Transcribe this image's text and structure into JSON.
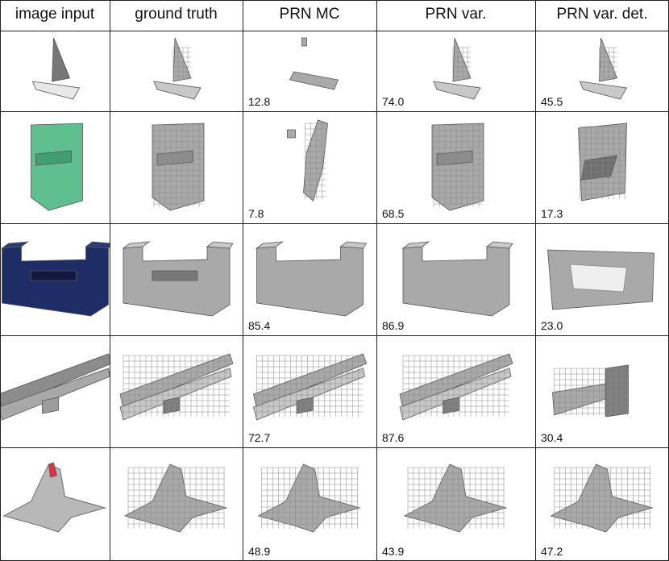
{
  "columns": [
    "image input",
    "ground truth",
    "PRN MC",
    "PRN var.",
    "PRN var. det."
  ],
  "rows": [
    {
      "object": "sailboat",
      "scores": [
        "12.8",
        "74.0",
        "45.5"
      ]
    },
    {
      "object": "chair",
      "scores": [
        "7.8",
        "68.5",
        "17.3"
      ]
    },
    {
      "object": "cabinet",
      "scores": [
        "85.4",
        "86.9",
        "23.0"
      ]
    },
    {
      "object": "bench",
      "scores": [
        "72.7",
        "87.6",
        "30.4"
      ]
    },
    {
      "object": "airplane",
      "scores": [
        "48.9",
        "43.9",
        "47.2"
      ]
    }
  ],
  "colors": {
    "voxel": "#a9a9a9",
    "voxel_dark": "#7d7d7d",
    "voxel_light": "#c8c8c8",
    "input_chair": "#5fbf8f",
    "input_cabinet": "#1f2d66",
    "input_boat": "#9a9a9a",
    "input_bench": "#8c8c8c",
    "input_plane": "#b8b8b8",
    "grid": "#222222"
  }
}
